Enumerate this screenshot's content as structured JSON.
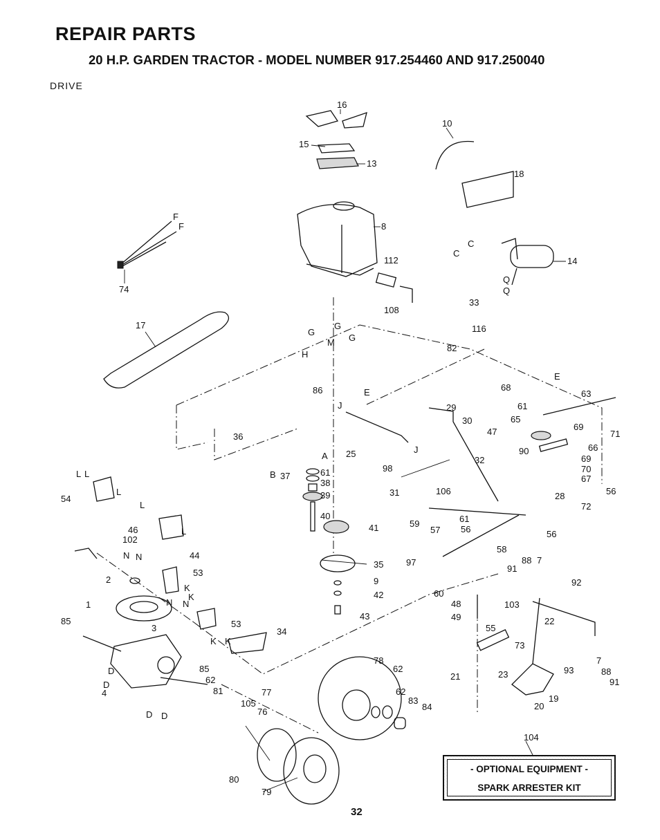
{
  "header": {
    "title": "REPAIR PARTS",
    "subtitle": "20 H.P. GARDEN TRACTOR - MODEL NUMBER 917.254460 AND 917.250040",
    "section": "DRIVE"
  },
  "callouts": [
    "16",
    "10",
    "15",
    "13",
    "18",
    "8",
    "14",
    "112",
    "108",
    "33",
    "116",
    "82",
    "17",
    "74",
    "68",
    "63",
    "61",
    "65",
    "69",
    "71",
    "90",
    "66",
    "69",
    "70",
    "67",
    "28",
    "56",
    "72",
    "86",
    "36",
    "25",
    "98",
    "29",
    "30",
    "47",
    "32",
    "37",
    "61",
    "38",
    "39",
    "40",
    "41",
    "31",
    "106",
    "59",
    "57",
    "61",
    "56",
    "56",
    "58",
    "54",
    "46",
    "102",
    "44",
    "53",
    "2",
    "35",
    "9",
    "42",
    "43",
    "97",
    "60",
    "91",
    "88",
    "7",
    "92",
    "48",
    "49",
    "103",
    "55",
    "22",
    "73",
    "23",
    "93",
    "7",
    "88",
    "91",
    "21",
    "20",
    "19",
    "1",
    "85",
    "3",
    "53",
    "34",
    "85",
    "62",
    "81",
    "4",
    "105",
    "77",
    "76",
    "78",
    "62",
    "62",
    "83",
    "84",
    "80",
    "79",
    "104"
  ],
  "letters": [
    "F",
    "F",
    "C",
    "C",
    "Q",
    "Q",
    "G",
    "G",
    "G",
    "H",
    "M",
    "E",
    "E",
    "J",
    "J",
    "A",
    "B",
    "L",
    "L",
    "L",
    "L",
    "L",
    "N",
    "N",
    "K",
    "K",
    "N",
    "N",
    "K",
    "K",
    "D",
    "D",
    "D",
    "D"
  ],
  "optional": {
    "line1": "- OPTIONAL EQUIPMENT -",
    "line2": "SPARK ARRESTER KIT"
  },
  "page_number": "32"
}
